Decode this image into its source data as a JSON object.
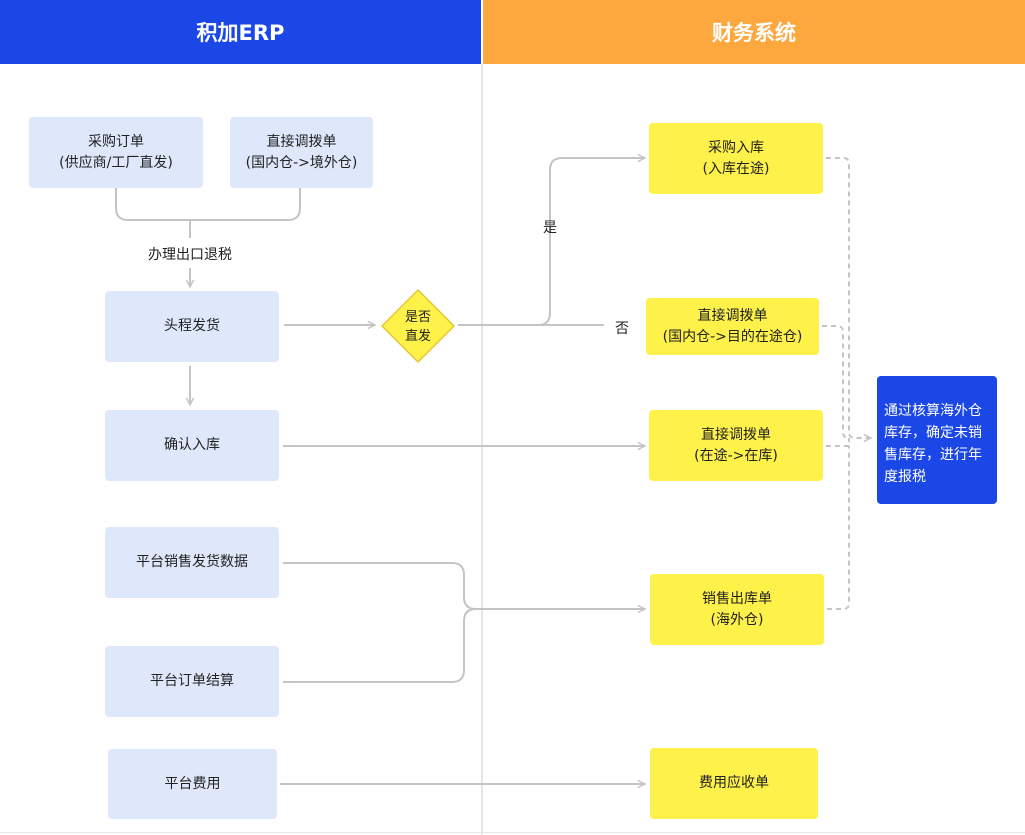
{
  "header": {
    "left": "积加ERP",
    "right": "财务系统"
  },
  "erp": {
    "purchase_order": {
      "line1": "采购订单",
      "line2": "(供应商/工厂直发)"
    },
    "transfer_order": {
      "line1": "直接调拨单",
      "line2": "(国内仓->境外仓)"
    },
    "tax_refund_label": "办理出口退税",
    "first_leg": "头程发货",
    "confirm_in": "确认入库",
    "platform_sales": "平台销售发货数据",
    "platform_settle": "平台订单结算",
    "platform_fee": "平台费用"
  },
  "decision": {
    "line1": "是否",
    "line2": "直发",
    "yes_label": "是",
    "no_label": "否"
  },
  "finance": {
    "purchase_in": {
      "line1": "采购入库",
      "line2": "(入库在途)"
    },
    "transfer_transit": {
      "line1": "直接调拨单",
      "line2": "(国内仓->目的在途仓)"
    },
    "transfer_in": {
      "line1": "直接调拨单",
      "line2": "(在途->在库)"
    },
    "sales_out": {
      "line1": "销售出库单",
      "line2": "(海外仓)"
    },
    "fee_receivable": "费用应收单",
    "summary": "通过核算海外仓库存，确定未销售库存，进行年度报税"
  },
  "colors": {
    "erp_header": "#1a47e6",
    "finance_header": "#fda83e",
    "erp_box": "#dfe8fb",
    "finance_box": "#fdf14a",
    "summary_box": "#1a47e6",
    "connector": "#c4c4c4"
  }
}
